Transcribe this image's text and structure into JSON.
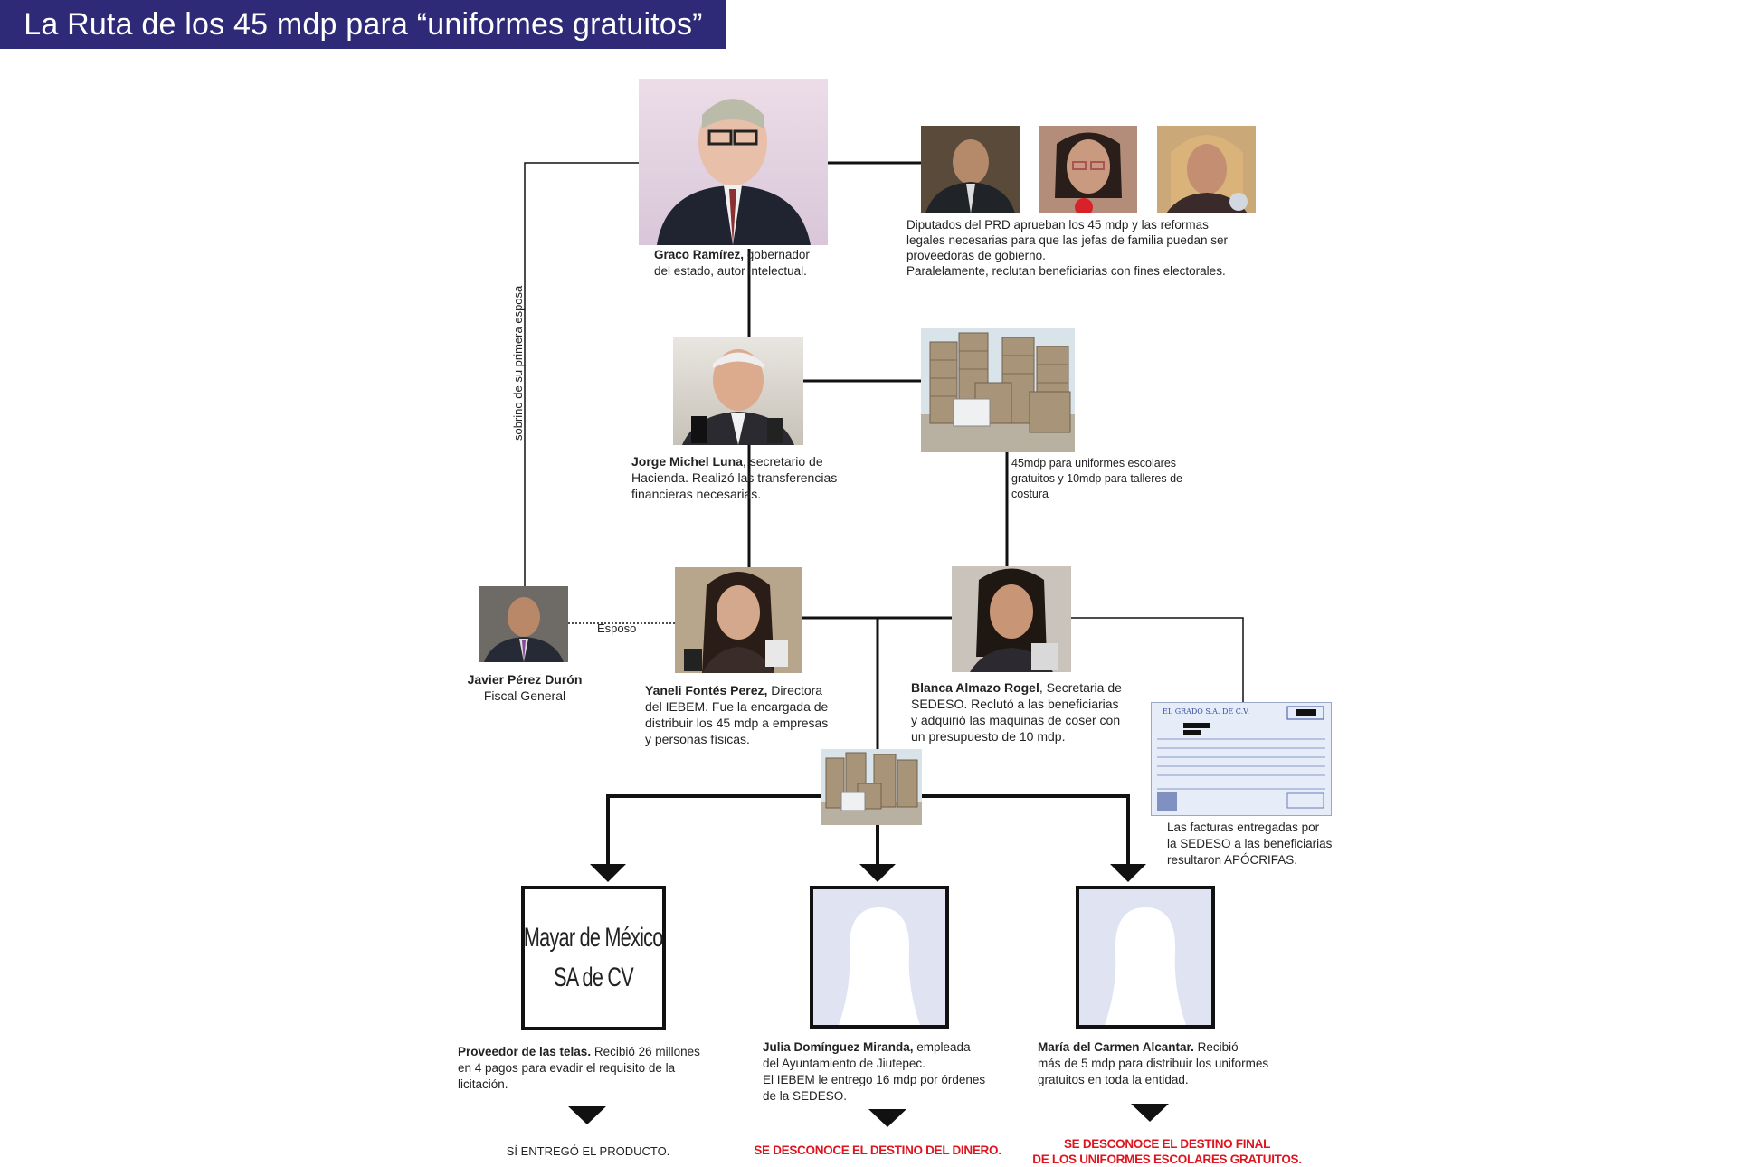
{
  "title": "La Ruta de los 45 mdp para “uniformes gratuitos”",
  "graco": {
    "name": "Graco Ramírez,",
    "role_line1": " gobernador",
    "role_line2": "del estado, autor intelectual."
  },
  "diputados": {
    "line1": "Diputados del PRD aprueban los 45 mdp y  las  reformas",
    "line2": "legales necesarias para que las jefas de familia puedan ser",
    "line3": "proveedoras de gobierno.",
    "line4": "Paralelamente, reclutan beneficiarias con fines electorales."
  },
  "jorge": {
    "name": "Jorge Michel Luna",
    "line1": ", secretario de",
    "line2": "Hacienda. Realizó las transferencias",
    "line3": "financieras necesarias."
  },
  "money": {
    "line1": "45mdp para uniformes escolares",
    "line2": "gratuitos y 10mdp para talleres de",
    "line3": "costura"
  },
  "relation_label": "sobrino de su primera esposa",
  "esposo_label": "Esposo",
  "javier": {
    "name": "Javier Pérez Durón",
    "role": "Fiscal General"
  },
  "yaneli": {
    "name": "Yaneli Fontés Perez,",
    "line1": " Directora",
    "line2": "del IEBEM. Fue la encargada de",
    "line3": "distribuir los 45 mdp a empresas",
    "line4": "y personas físicas."
  },
  "blanca": {
    "name": "Blanca Almazo Rogel",
    "line1": ", Secretaria de",
    "line2": "SEDESO. Reclutó a las beneficiarias",
    "line3": "y adquirió las maquinas de coser con",
    "line4": "un presupuesto de 10 mdp."
  },
  "factura": {
    "line1": "Las facturas entregadas por",
    "line2": "la SEDESO a las beneficiarias",
    "line3": "resultaron APÓCRIFAS.",
    "header": "EL GRADO S.A. DE C.V."
  },
  "mayar": {
    "line1": "Mayar de México",
    "line2": "SA de CV"
  },
  "proveedor": {
    "name": "Proveedor de las telas.",
    "line1": " Recibió 26 millones",
    "line2": "en 4 pagos para evadir  el requisito de la",
    "line3": "licitación.",
    "outcome": "SÍ ENTREGÓ EL PRODUCTO."
  },
  "julia": {
    "name": "Julia Domínguez Miranda,",
    "line1": " empleada",
    "line2": "del Ayuntamiento de Jiutepec.",
    "line3": "El IEBEM le entrego 16 mdp por órdenes",
    "line4": "de la SEDESO.",
    "outcome": "SE DESCONOCE EL DESTINO DEL DINERO."
  },
  "maria": {
    "name": "María del Carmen Alcantar.",
    "line1": " Recibió",
    "line2": "más de 5 mdp  para distribuir los uniformes",
    "line3": "gratuitos en toda la entidad.",
    "outcome1": "SE DESCONOCE EL DESTINO FINAL",
    "outcome2": "DE LOS UNIFORMES ESCOLARES GRATUITOS."
  },
  "colors": {
    "title_bg": "#2e2a78",
    "alert": "#e0141e",
    "line": "#111111"
  },
  "icons": [
    "person-photo",
    "money-stack-photo",
    "silhouette-icon",
    "invoice-image",
    "down-arrow-icon"
  ]
}
